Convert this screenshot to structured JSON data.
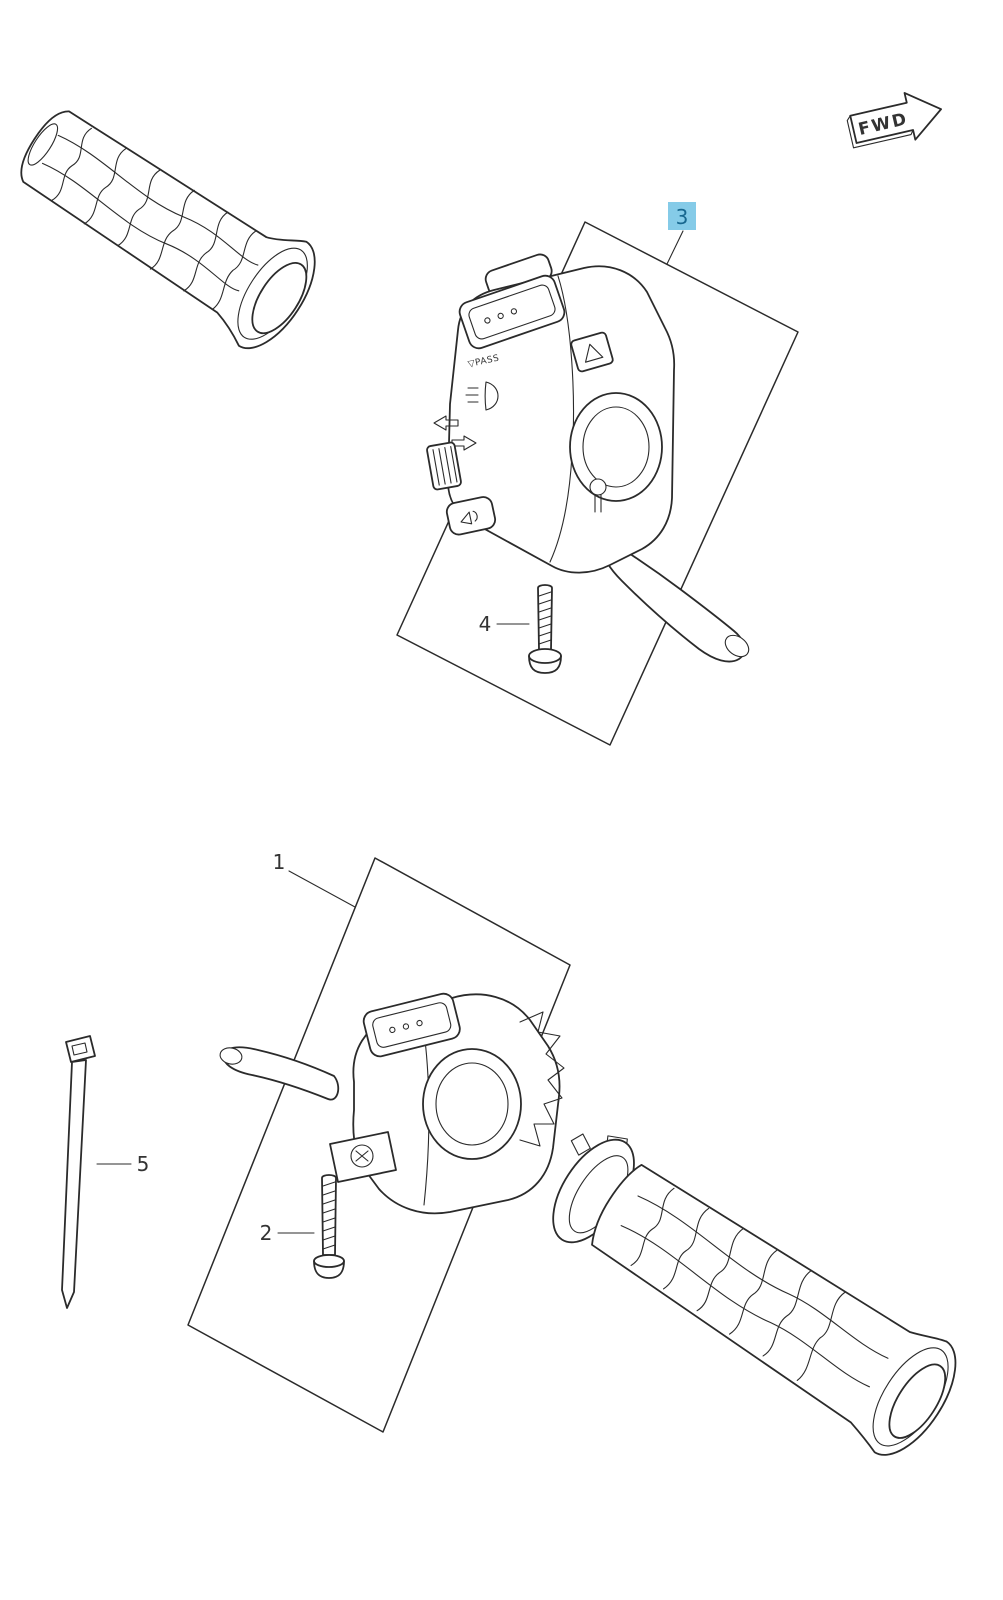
{
  "colors": {
    "line": "#2b2b2b",
    "label": "#333333",
    "background": "#ffffff"
  },
  "fwd_arrow": {
    "label": "FWD"
  },
  "callouts": [
    {
      "ref": "1",
      "label": "1",
      "highlighted": false
    },
    {
      "ref": "2",
      "label": "2",
      "highlighted": false
    },
    {
      "ref": "3",
      "label": "3",
      "highlighted": true,
      "bg": "#85cbe8",
      "fg": "#17678f"
    },
    {
      "ref": "4",
      "label": "4",
      "highlighted": false
    },
    {
      "ref": "5",
      "label": "5",
      "highlighted": false
    }
  ],
  "markings": {
    "pass": "▽PASS"
  }
}
